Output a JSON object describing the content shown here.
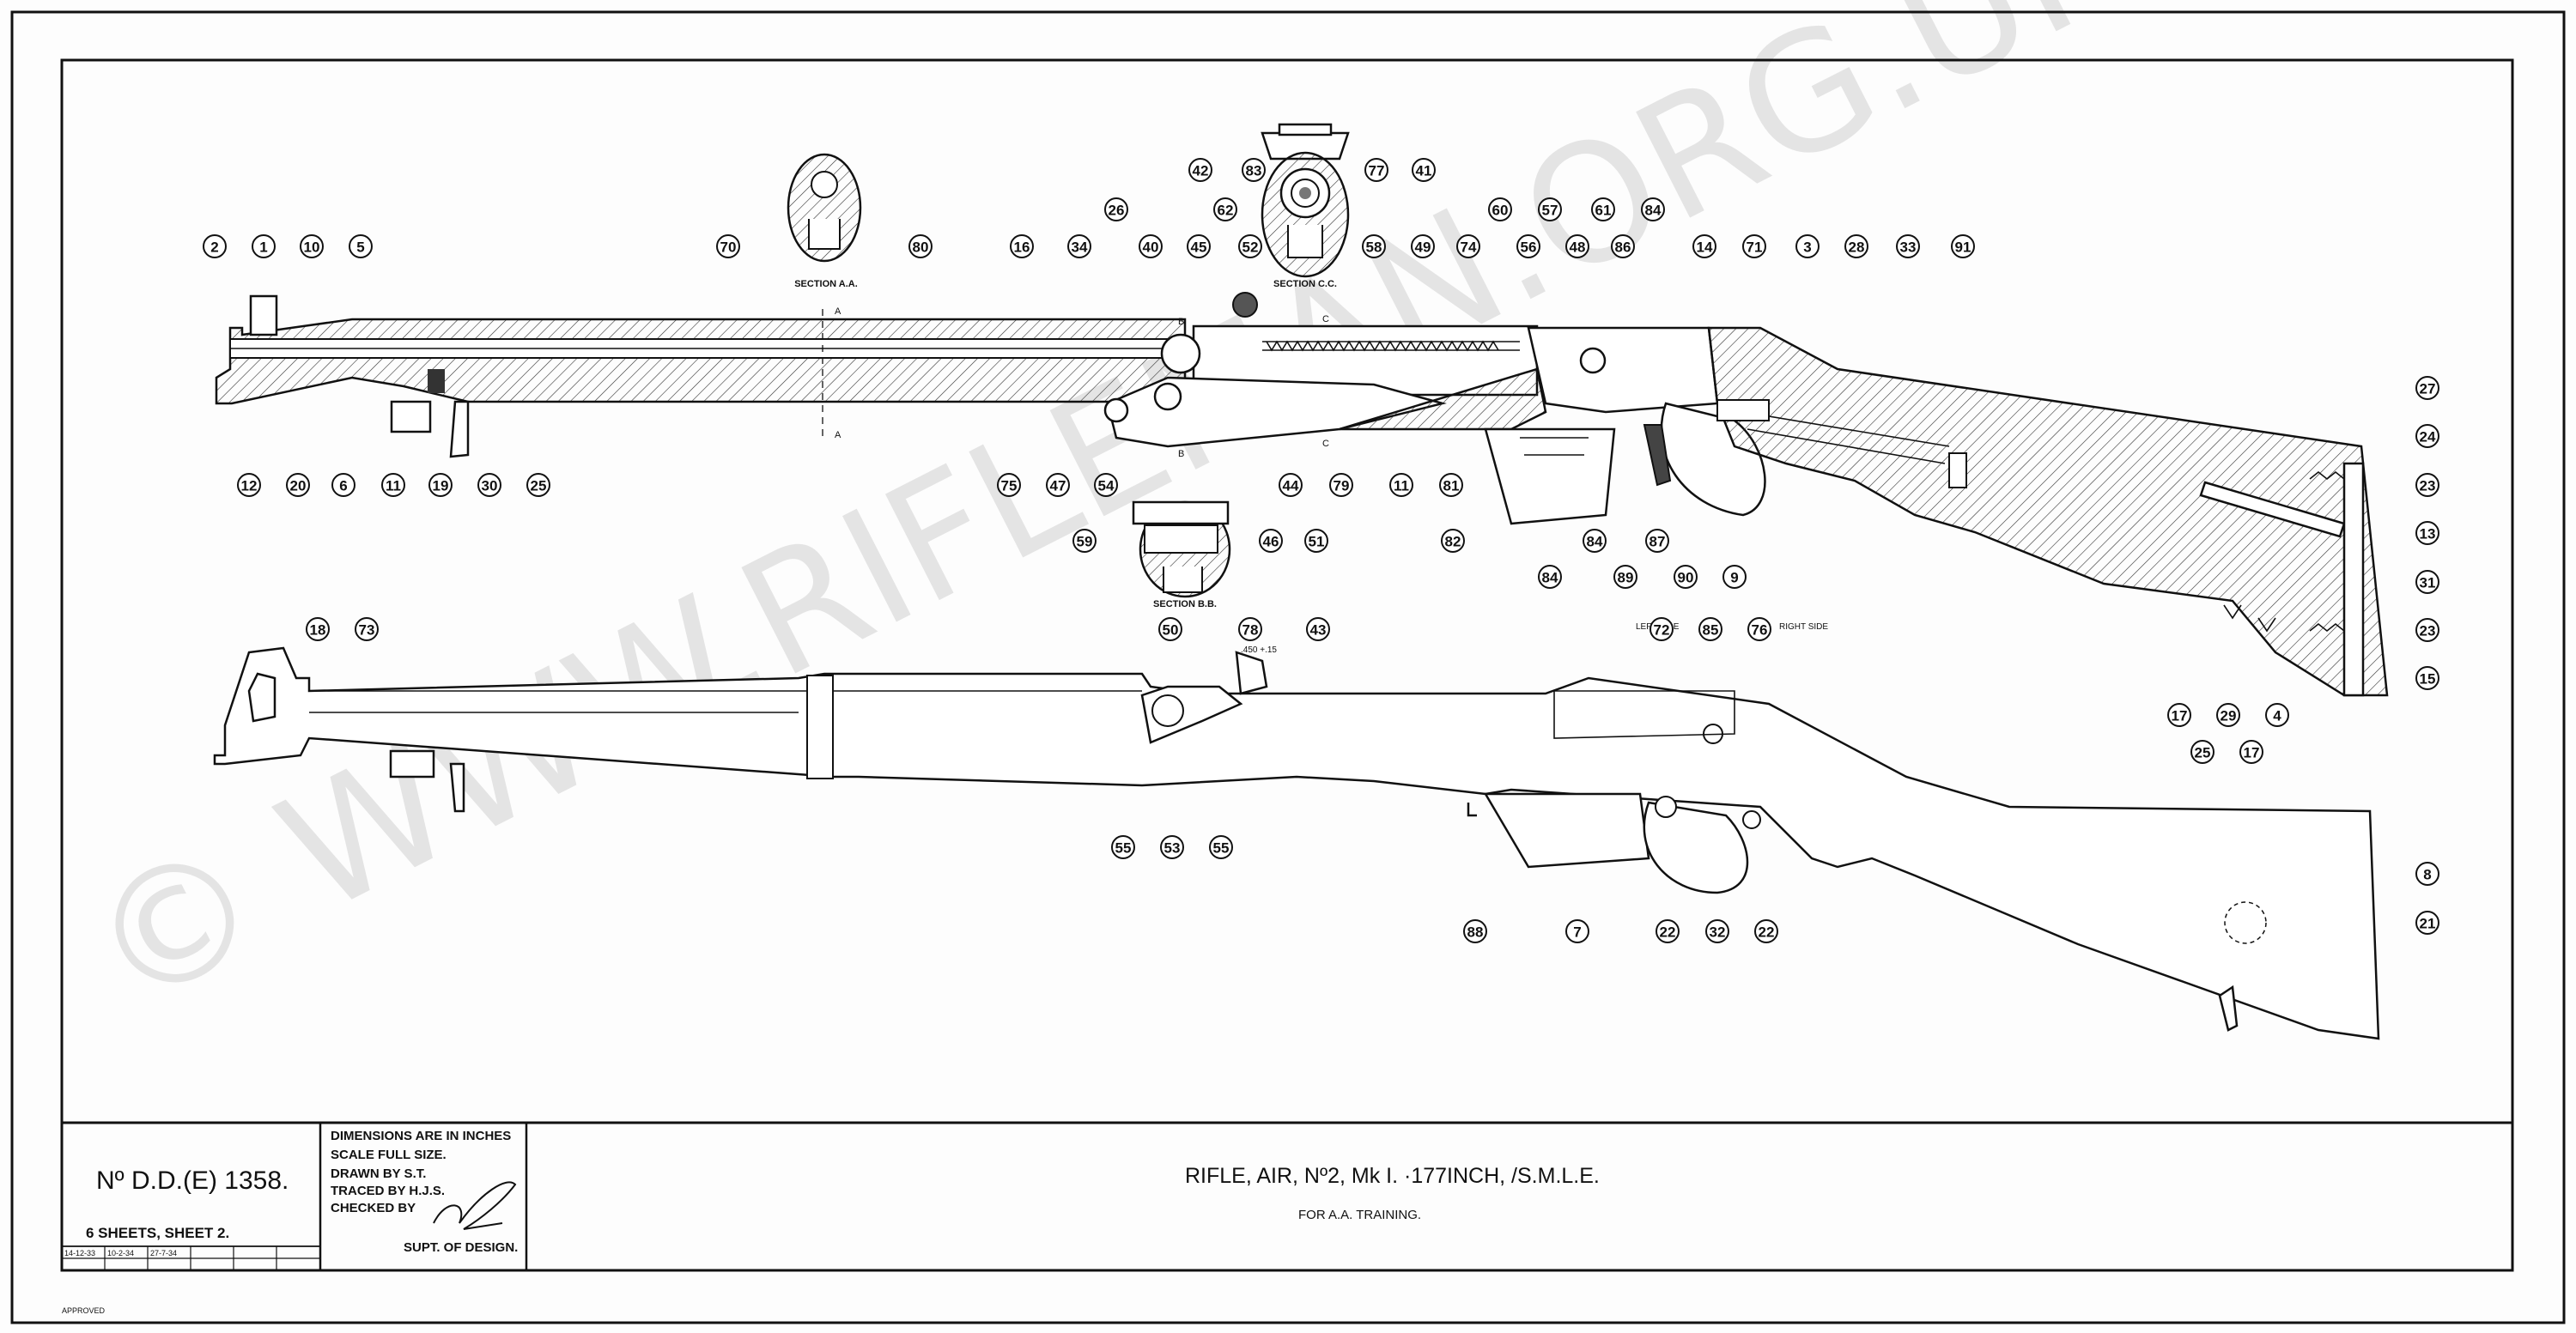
{
  "drawing": {
    "number": "Nº D.D.(E) 1358.",
    "sheets": "6 SHEETS, SHEET 2.",
    "dates": [
      "14-12-33",
      "10-2-34",
      "27-7-34"
    ],
    "notes": [
      "DIMENSIONS ARE IN INCHES",
      "SCALE FULL SIZE.",
      "DRAWN BY S.T.",
      "TRACED BY H.J.S.",
      "CHECKED BY"
    ],
    "signature_caption": "SUPT. OF DESIGN.",
    "title": "RIFLE, AIR, Nº2, Mk I. ·177INCH, /S.M.L.E.",
    "subtitle": "FOR A.A. TRAINING.",
    "approved": "APPROVED"
  },
  "sections": {
    "aa": "SECTION A.A.",
    "bb": "SECTION B.B.",
    "cc": "SECTION C.C."
  },
  "side_notes": {
    "left_side": "LEFT SIDE",
    "right_side": "RIGHT SIDE",
    "dim": ".450 +.15"
  },
  "section_marks": {
    "a": "A",
    "b": "B",
    "c": "C"
  },
  "watermark": "© WWW.RIFLEMAN.ORG.UK",
  "callouts": {
    "top": [
      "2",
      "1",
      "10",
      "5",
      "16",
      "34",
      "26",
      "40",
      "45",
      "52",
      "62",
      "58",
      "49",
      "60",
      "74",
      "56",
      "57",
      "48",
      "61",
      "86",
      "84",
      "14",
      "71",
      "3",
      "28",
      "33",
      "91"
    ],
    "top_section": [
      "42",
      "83",
      "77",
      "41",
      "70",
      "80"
    ],
    "top_bottom": [
      "12",
      "20",
      "6",
      "11",
      "19",
      "30",
      "25",
      "75",
      "47",
      "54",
      "44",
      "79",
      "11",
      "81",
      "82",
      "84",
      "84",
      "89",
      "87",
      "90",
      "9",
      "59",
      "46",
      "51"
    ],
    "butt": [
      "27",
      "24",
      "23",
      "13",
      "31",
      "23",
      "15",
      "17",
      "29",
      "4",
      "25",
      "17"
    ],
    "lower": [
      "18",
      "73",
      "50",
      "78",
      "43",
      "72",
      "85",
      "76",
      "55",
      "53",
      "55",
      "88",
      "7",
      "22",
      "32",
      "22",
      "8",
      "21"
    ]
  }
}
